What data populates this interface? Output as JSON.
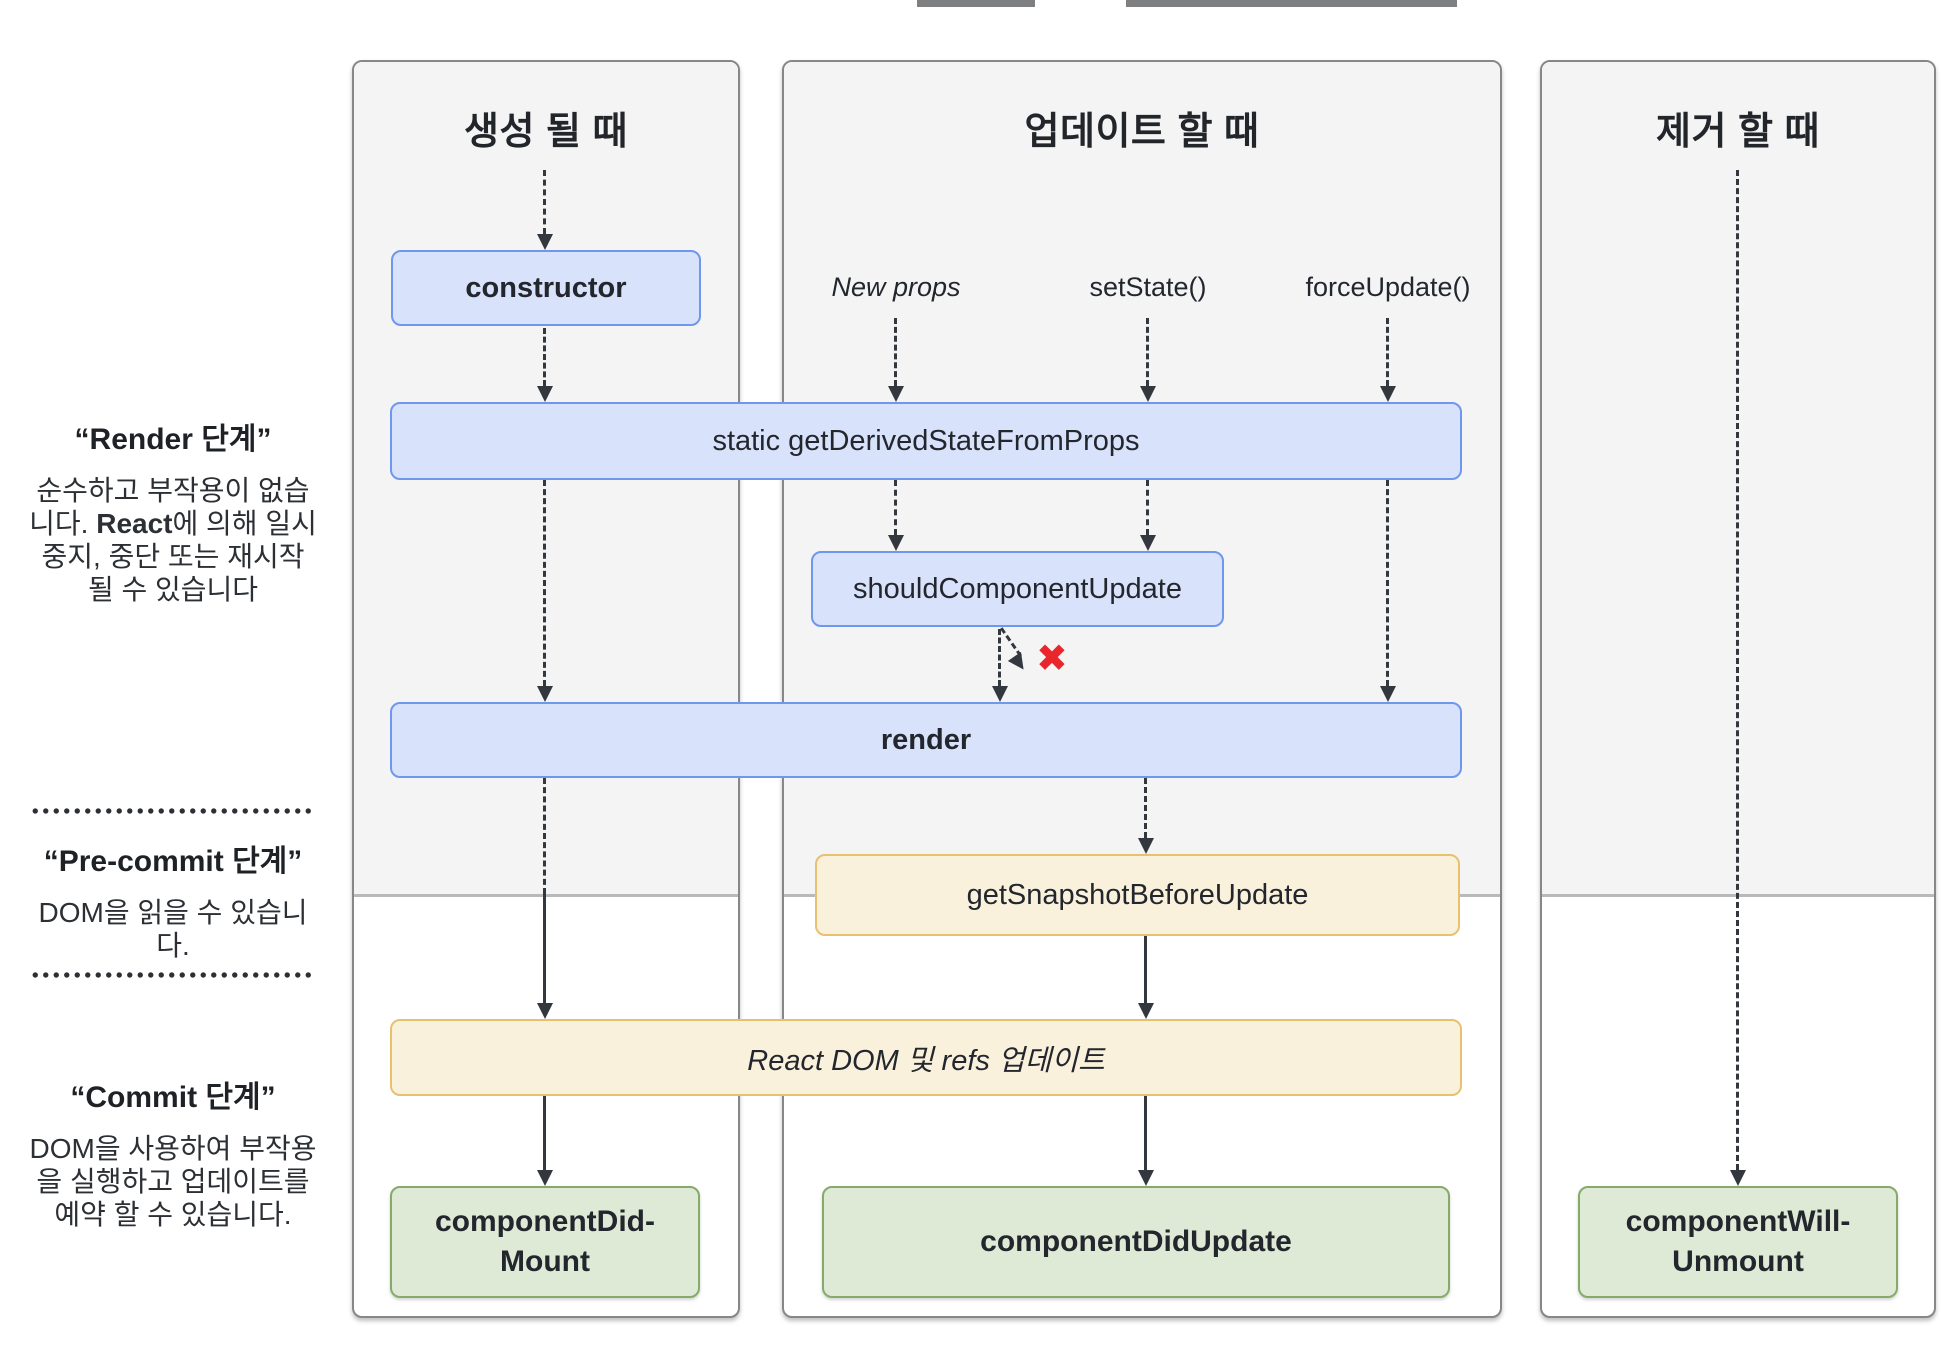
{
  "columns": [
    {
      "key": "mount",
      "title": "생성 될 때"
    },
    {
      "key": "update",
      "title": "업데이트 할 때"
    },
    {
      "key": "unmount",
      "title": "제거 할 때"
    }
  ],
  "phase_labels": [
    {
      "title": "“Render 단계”",
      "body": "순수하고 부작용이 없습니다. React에 의해 일시 중지, 중단 또는 재시작 될 수 있습니다",
      "bold_terms": [
        "React"
      ]
    },
    {
      "title": "“Pre-commit 단계”",
      "body": "DOM을 읽을 수 있습니다.",
      "bold_terms": []
    },
    {
      "title": "“Commit 단계”",
      "body": "DOM을 사용하여 부작용을 실행하고 업데이트를 예약 할 수 있습니다.",
      "bold_terms": []
    }
  ],
  "triggers": [
    {
      "label": "New props"
    },
    {
      "label": "setState()"
    },
    {
      "label": "forceUpdate()"
    }
  ],
  "nodes": {
    "constructor_node": {
      "label": "constructor"
    },
    "get_derived": {
      "label": "static getDerivedStateFromProps"
    },
    "should_update": {
      "label": "shouldComponentUpdate"
    },
    "render_node": {
      "label": "render"
    },
    "get_snapshot": {
      "label": "getSnapshotBeforeUpdate"
    },
    "react_dom": {
      "label": "React DOM 및 refs 업데이트"
    },
    "did_mount": {
      "lines": [
        "componentDid-",
        "Mount"
      ]
    },
    "did_update": {
      "label": "componentDidUpdate"
    },
    "will_unmount": {
      "lines": [
        "componentWill-",
        "Unmount"
      ]
    }
  },
  "flow": {
    "skip_marker": "✖"
  },
  "colors": {
    "column_bg": "#f4f4f5",
    "node_blue_bg": "#d9e2fb",
    "node_blue_border": "#6f97ee",
    "node_yellow_bg": "#faf1dd",
    "node_yellow_border": "#e8c170",
    "node_green_bg": "#dfead6",
    "node_green_border": "#84ab6a",
    "line": "#33383e",
    "x_red": "#e9262b"
  }
}
